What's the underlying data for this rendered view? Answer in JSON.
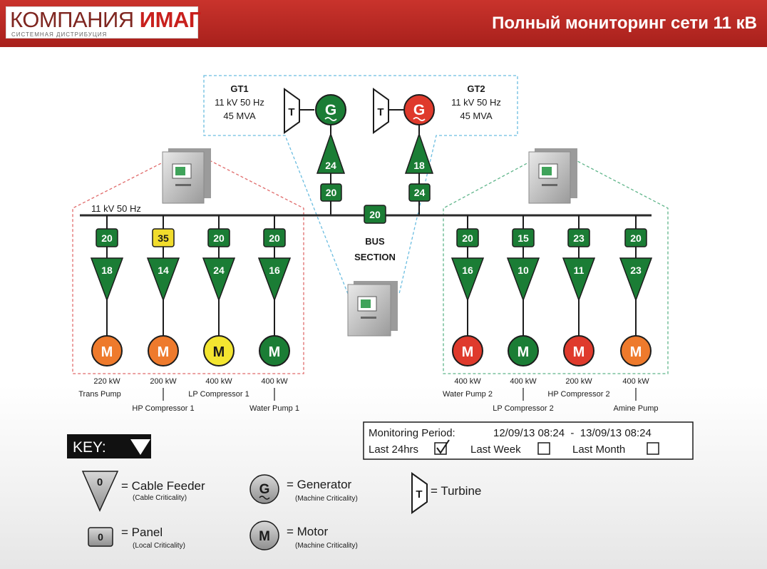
{
  "header": {
    "logo_main": "КОМПАНИЯ ",
    "logo_brand": "ИМАГ",
    "logo_sub": "СИСТЕМНАЯ ДИСТРИБУЦИЯ",
    "title": "Полный мониторинг сети 11 кВ"
  },
  "colors": {
    "green": "#1b7d35",
    "red": "#df3a2c",
    "orange": "#ee7a2c",
    "yellow": "#f3e530",
    "panel_yellow": "#f1dc2c",
    "bus": "#2a2a2a",
    "zone_left": "#e06a6a",
    "zone_right": "#5fb58a",
    "zone_top": "#6bbde0"
  },
  "generators": [
    {
      "id": "gt1",
      "name": "GT1",
      "rating": "11 kV 50 Hz",
      "power": "45 MVA",
      "turbine_label": "T",
      "symbol": "G",
      "machine_color": "green",
      "cable": "24",
      "panel": "20"
    },
    {
      "id": "gt2",
      "name": "GT2",
      "rating": "11 kV 50 Hz",
      "power": "45 MVA",
      "turbine_label": "T",
      "symbol": "G",
      "machine_color": "red",
      "cable": "18",
      "panel": "24"
    }
  ],
  "bus": {
    "label": "11 kV 50 Hz",
    "section_panel": "20",
    "section_label_1": "BUS",
    "section_label_2": "SECTION"
  },
  "feeders": [
    {
      "panel": "20",
      "panel_color": "green",
      "cable": "18",
      "motor_color": "orange",
      "power": "220 kW",
      "name": "Trans Pump",
      "name_row": 1
    },
    {
      "panel": "35",
      "panel_color": "yellow",
      "cable": "14",
      "motor_color": "orange",
      "power": "200 kW",
      "name": "HP Compressor 1",
      "name_row": 2
    },
    {
      "panel": "20",
      "panel_color": "green",
      "cable": "24",
      "motor_color": "yellow",
      "power": "400 kW",
      "name": "LP Compressor 1",
      "name_row": 1
    },
    {
      "panel": "20",
      "panel_color": "green",
      "cable": "16",
      "motor_color": "green",
      "power": "400 kW",
      "name": "Water Pump 1",
      "name_row": 2
    },
    {
      "panel": "20",
      "panel_color": "green",
      "cable": "16",
      "motor_color": "red",
      "power": "400 kW",
      "name": "Water Pump 2",
      "name_row": 1
    },
    {
      "panel": "15",
      "panel_color": "green",
      "cable": "10",
      "motor_color": "green",
      "power": "400 kW",
      "name": "LP Compressor 2",
      "name_row": 2
    },
    {
      "panel": "23",
      "panel_color": "green",
      "cable": "11",
      "motor_color": "red",
      "power": "200 kW",
      "name": "HP Compressor 2",
      "name_row": 1
    },
    {
      "panel": "20",
      "panel_color": "green",
      "cable": "23",
      "motor_color": "orange",
      "power": "400 kW",
      "name": "Amine Pump",
      "name_row": 2
    }
  ],
  "motor_symbol": "M",
  "monitoring": {
    "label": "Monitoring Period:",
    "range": "12/09/13 08:24  -  13/09/13 08:24",
    "options": [
      {
        "label": "Last 24hrs",
        "checked": true
      },
      {
        "label": "Last Week",
        "checked": false
      },
      {
        "label": "Last Month",
        "checked": false
      }
    ]
  },
  "key": {
    "title": "KEY:",
    "cable_feeder": {
      "sym": "0",
      "label": "= Cable Feeder",
      "sub": "(Cable Criticality)"
    },
    "generator": {
      "sym": "G",
      "label": "= Generator",
      "sub": "(Machine Criticality)"
    },
    "turbine": {
      "sym": "T",
      "label": "= Turbine"
    },
    "panel": {
      "sym": "0",
      "label": "= Panel",
      "sub": "(Local Criticality)"
    },
    "motor": {
      "sym": "M",
      "label": "= Motor",
      "sub": "(Machine Criticality)"
    }
  }
}
